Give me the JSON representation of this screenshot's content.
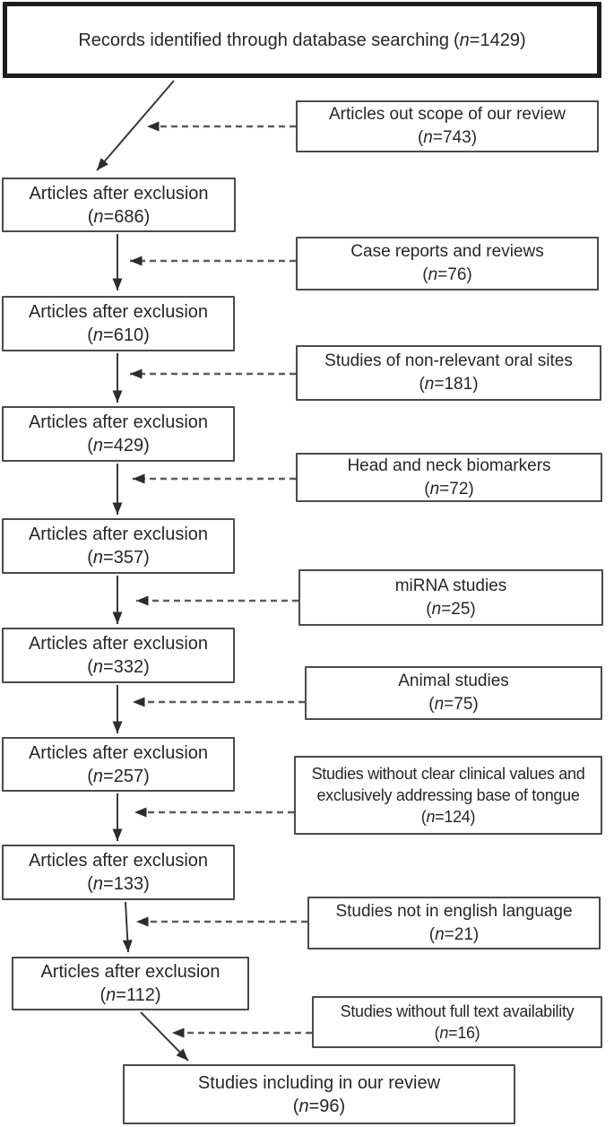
{
  "figure": {
    "title": "Study selection flow diagram",
    "type": "flowchart"
  },
  "sym": {
    "open": "(",
    "n": "n",
    "eq": "=",
    "close": ")"
  },
  "nodes": {
    "records": {
      "label": "Records identified through database searching",
      "n": "1429"
    },
    "out_scope": {
      "label": "Articles out scope of our review",
      "n": "743"
    },
    "excl1": {
      "label": "Articles after exclusion",
      "n": "686"
    },
    "case_reports": {
      "label": "Case reports and reviews",
      "n": "76"
    },
    "excl2": {
      "label": "Articles after exclusion",
      "n": "610"
    },
    "oral_sites": {
      "label": "Studies of non-relevant oral sites",
      "n": "181"
    },
    "excl3": {
      "label": "Articles after exclusion",
      "n": "429"
    },
    "head_neck": {
      "label": "Head and neck biomarkers",
      "n": "72"
    },
    "excl4": {
      "label": "Articles after exclusion",
      "n": "357"
    },
    "mirna": {
      "label": "miRNA studies",
      "n": "25"
    },
    "excl5": {
      "label": "Articles after exclusion",
      "n": "332"
    },
    "animal": {
      "label": "Animal studies",
      "n": "75"
    },
    "excl6": {
      "label": "Articles after exclusion",
      "n": "257"
    },
    "clinical": {
      "label": "Studies without clear clinical values and exclusively addressing base of tongue",
      "n": "124"
    },
    "excl7": {
      "label": "Articles after exclusion",
      "n": "133"
    },
    "english": {
      "label": "Studies not in english language",
      "n": "21"
    },
    "excl8": {
      "label": "Articles after exclusion",
      "n": "112"
    },
    "fulltext": {
      "label": "Studies without full text availability",
      "n": "16"
    },
    "included": {
      "label": "Studies including in our review",
      "n": "96"
    }
  },
  "colors": {
    "box_border": "#4b4b4b",
    "main_box_border": "#1d1d1d",
    "text": "#272727",
    "solid_arrow": "#3a3a3a",
    "dashed_arrow": "#5c5c5c"
  }
}
